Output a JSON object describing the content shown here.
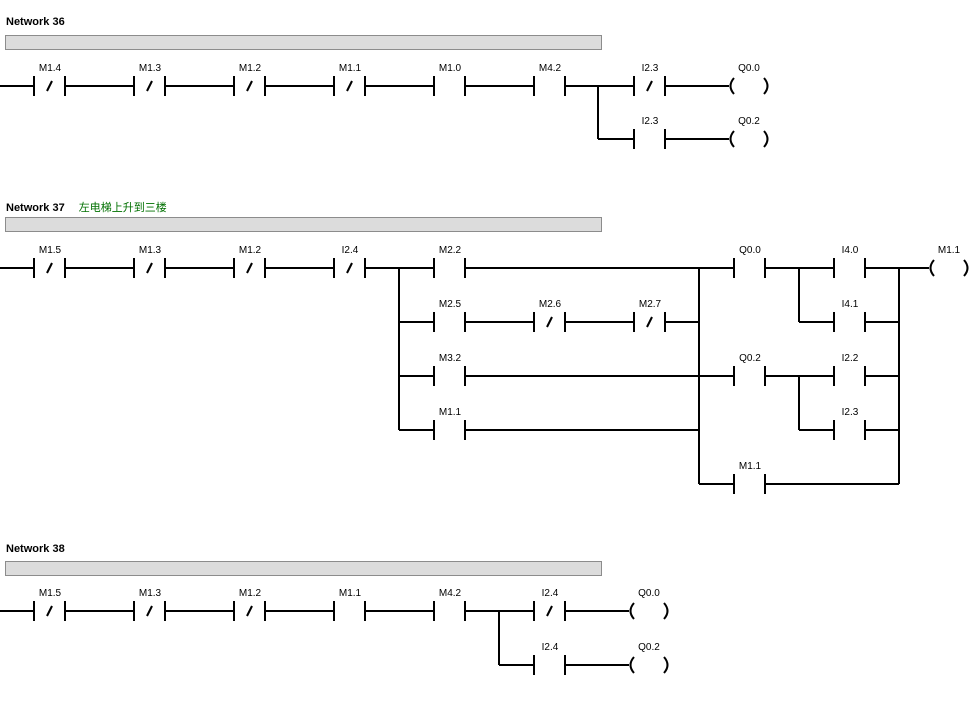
{
  "networks": [
    {
      "title": "Network 36",
      "comment": "",
      "elements": [
        {
          "type": "contact_nc",
          "label": "M1.4"
        },
        {
          "type": "contact_nc",
          "label": "M1.3"
        },
        {
          "type": "contact_nc",
          "label": "M1.2"
        },
        {
          "type": "contact_nc",
          "label": "M1.1"
        },
        {
          "type": "contact_no",
          "label": "M1.0"
        },
        {
          "type": "contact_no",
          "label": "M4.2"
        },
        {
          "type": "contact_nc",
          "label": "I2.3"
        },
        {
          "type": "coil",
          "label": "Q0.0"
        },
        {
          "type": "contact_no",
          "label": "I2.3"
        },
        {
          "type": "coil",
          "label": "Q0.2"
        }
      ]
    },
    {
      "title": "Network 37",
      "comment": "左电梯上升到三楼",
      "elements": [
        {
          "type": "contact_nc",
          "label": "M1.5"
        },
        {
          "type": "contact_nc",
          "label": "M1.3"
        },
        {
          "type": "contact_nc",
          "label": "M1.2"
        },
        {
          "type": "contact_nc",
          "label": "I2.4"
        },
        {
          "type": "contact_no",
          "label": "M2.2"
        },
        {
          "type": "contact_no",
          "label": "M2.5"
        },
        {
          "type": "contact_nc",
          "label": "M2.6"
        },
        {
          "type": "contact_nc",
          "label": "M2.7"
        },
        {
          "type": "contact_no",
          "label": "M3.2"
        },
        {
          "type": "contact_no",
          "label": "M1.1"
        },
        {
          "type": "contact_no",
          "label": "Q0.0"
        },
        {
          "type": "contact_no",
          "label": "Q0.2"
        },
        {
          "type": "contact_no",
          "label": "M1.1"
        },
        {
          "type": "contact_no",
          "label": "I4.0"
        },
        {
          "type": "contact_no",
          "label": "I4.1"
        },
        {
          "type": "contact_no",
          "label": "I2.2"
        },
        {
          "type": "contact_no",
          "label": "I2.3"
        },
        {
          "type": "coil",
          "label": "M1.1"
        }
      ]
    },
    {
      "title": "Network 38",
      "comment": "",
      "elements": [
        {
          "type": "contact_nc",
          "label": "M1.5"
        },
        {
          "type": "contact_nc",
          "label": "M1.3"
        },
        {
          "type": "contact_nc",
          "label": "M1.2"
        },
        {
          "type": "contact_no",
          "label": "M1.1"
        },
        {
          "type": "contact_no",
          "label": "M4.2"
        },
        {
          "type": "contact_nc",
          "label": "I2.4"
        },
        {
          "type": "coil",
          "label": "Q0.0"
        },
        {
          "type": "contact_no",
          "label": "I2.4"
        },
        {
          "type": "coil",
          "label": "Q0.2"
        }
      ]
    }
  ]
}
